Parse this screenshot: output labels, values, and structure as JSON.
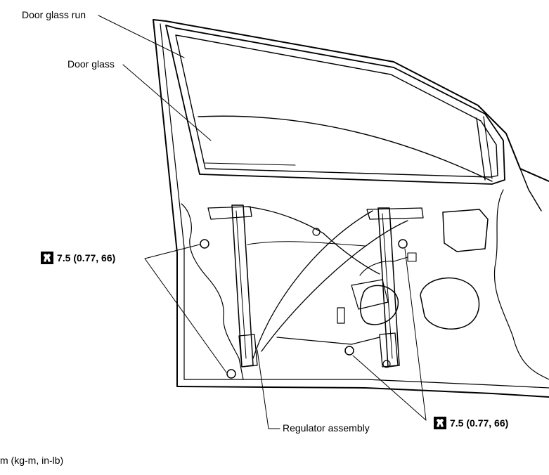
{
  "labels": {
    "door_glass_run": "Door glass run",
    "door_glass": "Door glass",
    "regulator_assembly": "Regulator assembly",
    "torque_left": "7.5 (0.77, 66)",
    "torque_right": "7.5 (0.77, 66)",
    "units": "m (kg-m, in-lb)"
  },
  "icons": {
    "torque_symbol": "torque-wrench-icon"
  }
}
